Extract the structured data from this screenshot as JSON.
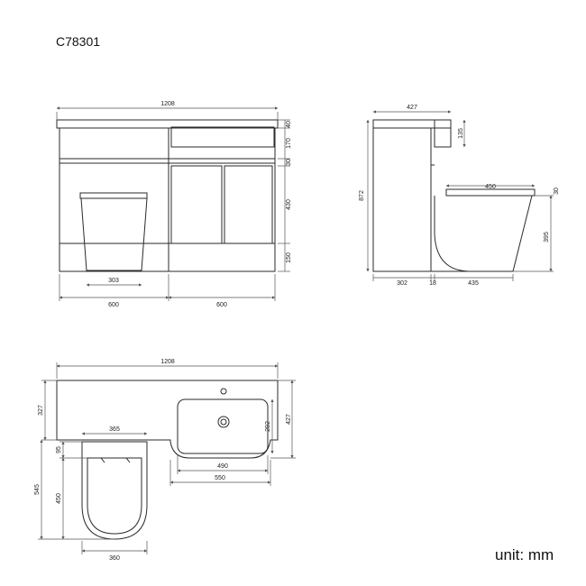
{
  "product_code": "C78301",
  "unit_label": "unit: mm",
  "colors": {
    "line": "#2a2a2a",
    "dim": "#555555",
    "text": "#222222"
  },
  "front_view": {
    "overall_width": "1208",
    "height_40": "40",
    "height_170": "170",
    "height_30": "30",
    "height_430": "430",
    "height_150": "150",
    "pan_width": "303",
    "left_width": "600",
    "right_width": "600"
  },
  "side_view": {
    "depth": "427",
    "height_135": "135",
    "height_872": "872",
    "seat_length": "450",
    "height_30": "30",
    "pan_height": "395",
    "base_302": "302",
    "base_18": "18",
    "base_435": "435"
  },
  "top_view": {
    "overall_width": "1208",
    "depth_327": "327",
    "depth_427": "427",
    "pan_width_365": "365",
    "offset_95": "95",
    "basin_depth_292": "292",
    "basin_width_490": "490",
    "basin_width_550": "550",
    "depth_545": "545",
    "pan_length_450": "450",
    "pan_width_360": "360"
  }
}
